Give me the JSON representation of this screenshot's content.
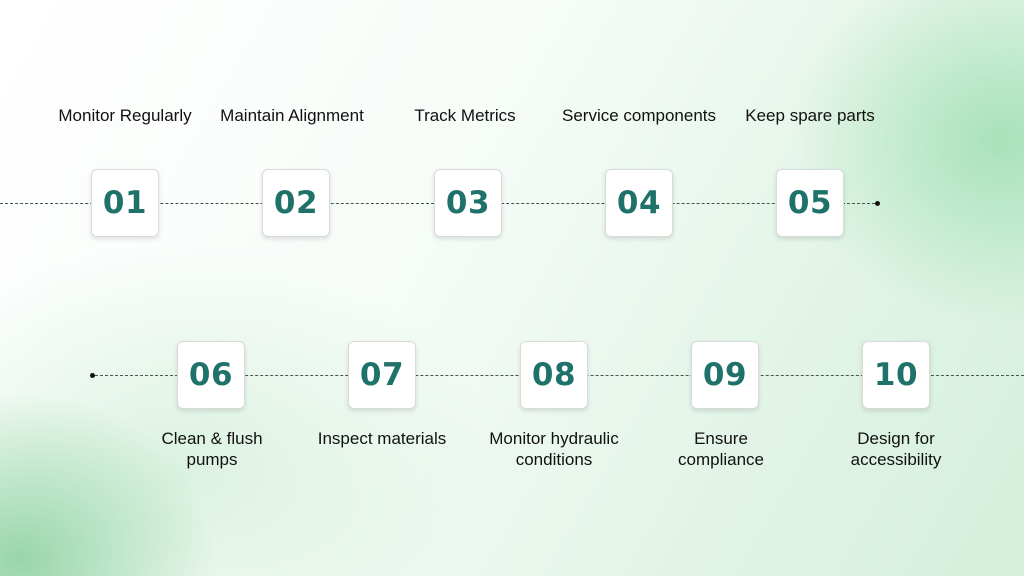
{
  "colors": {
    "accent": "#1f7269",
    "line": "#3f5a4c",
    "box_bg": "#ffffff"
  },
  "steps": [
    {
      "number": "01",
      "label": "Monitor Regularly"
    },
    {
      "number": "02",
      "label": "Maintain Alignment"
    },
    {
      "number": "03",
      "label": "Track Metrics"
    },
    {
      "number": "04",
      "label": "Service components"
    },
    {
      "number": "05",
      "label": "Keep spare parts"
    },
    {
      "number": "06",
      "label": "Clean & flush pumps"
    },
    {
      "number": "07",
      "label": "Inspect materials"
    },
    {
      "number": "08",
      "label": "Monitor hydraulic conditions"
    },
    {
      "number": "09",
      "label": "Ensure compliance"
    },
    {
      "number": "10",
      "label": "Design for accessibility"
    }
  ]
}
